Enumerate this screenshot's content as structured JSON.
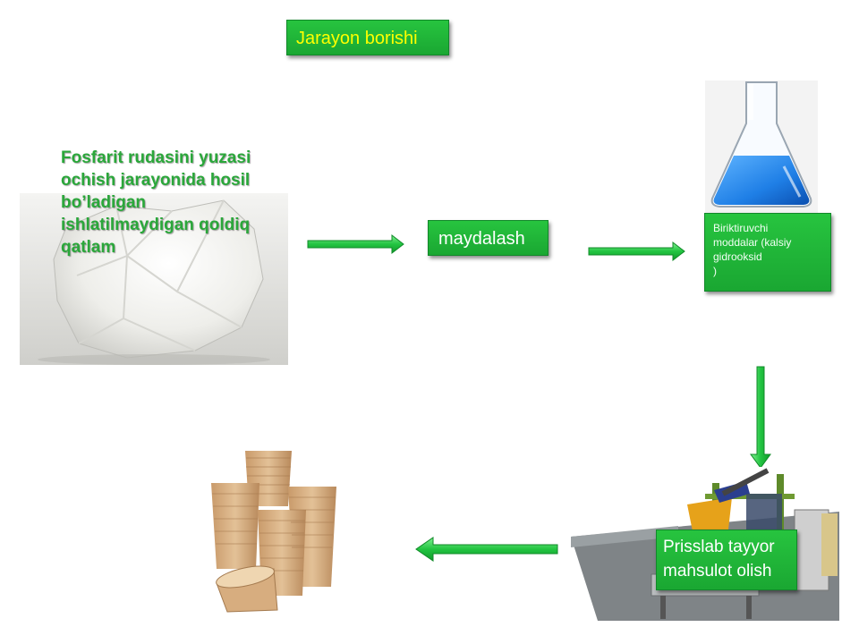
{
  "title": "Jarayon borishi",
  "steps": {
    "source_lines": [
      "Fosfarit  rudasini yuzasi",
      "ochish jarayonida  hosil",
      "bo’ladigan",
      "ishlatilmaydigan qoldiq",
      "qatlam"
    ],
    "grinding": "maydalash",
    "binder_lines": [
      "Biriktiruvchi",
      "moddalar (kalsiy",
      "gidrooksid",
      ")"
    ],
    "pressing_lines": [
      "Prisslab tayyor",
      "mahsulot olish"
    ]
  },
  "images": [
    {
      "name": "gypsum-rock-image"
    },
    {
      "name": "flask-image"
    },
    {
      "name": "press-machine-image"
    },
    {
      "name": "peat-pots-image"
    }
  ],
  "colors": {
    "box_green": "#22b53a",
    "arrow_green": "#22c441",
    "title_text": "#ffff00",
    "source_text": "#2aa73a",
    "liquid_blue": "#1f7fe6"
  }
}
